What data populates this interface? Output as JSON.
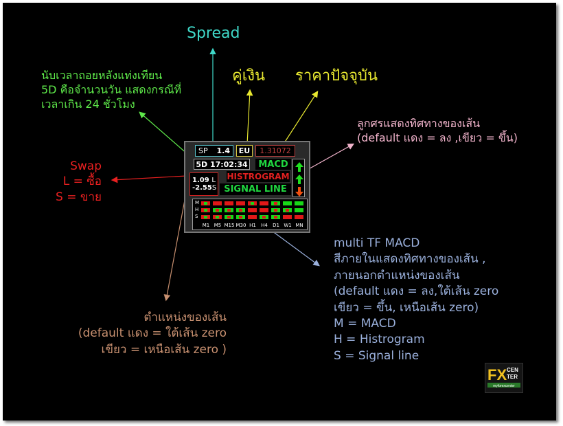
{
  "labels": {
    "spread": "Spread",
    "currency_pair": "คู่เงิน",
    "current_price": "ราคาปัจจุบัน",
    "candle_time": [
      "นับเวลาถอยหลังแท่งเทียน",
      "5D คือจำนวนวัน แสดงกรณีที่",
      "เวลาเกิน 24 ชั่วโมง"
    ],
    "arrow_direction": [
      "ลูกศรแสดงทิศทางของเส้น",
      "(default แดง = ลง ,เขียว = ขึ้น)"
    ],
    "swap": [
      "Swap",
      "L = ซื้อ",
      "S = ขาย"
    ],
    "multi_tf": [
      "multi TF MACD",
      "สีภายในแสดงทิศทางของเส้น ,",
      "ภายนอกตำแหน่งของเส้น",
      "(default แดง = ลง,ใต้เส้น zero",
      "เขียว = ขึ้น, เหนือเส้น zero)",
      "M = MACD",
      "H = Histrogram",
      "S = Signal line"
    ],
    "line_position": [
      "ตำแหน่งของเส้น",
      "(default แดง = ใต้เส้น zero",
      "เขียว = เหนือเส้น zero  )"
    ]
  },
  "panel": {
    "sp_key": "SP",
    "sp_value": "1.4",
    "pair": "EU",
    "price": "1.31072",
    "time": "5D 17:02:34",
    "macd": "MACD",
    "histogram": "HISTROGRAM",
    "signal": "SIGNAL LINE",
    "swap_long": "1.09",
    "swap_long_key": "L",
    "swap_short": "-2.55",
    "swap_short_key": "S",
    "arrows": [
      "up",
      "up",
      "down"
    ]
  },
  "mtf": {
    "rows": [
      "M",
      "H",
      "S"
    ],
    "timeframes": [
      "M1",
      "M5",
      "M15",
      "M30",
      "H1",
      "H4",
      "D1",
      "W1",
      "MN"
    ],
    "cells": [
      [
        [
          "red",
          "green"
        ],
        [
          "red",
          "red"
        ],
        [
          "red",
          "red"
        ],
        [
          "red",
          "red"
        ],
        [
          "red",
          "green"
        ],
        [
          "red",
          "red"
        ],
        [
          "green",
          "red"
        ],
        [
          "green",
          "green"
        ],
        [
          "green",
          "green"
        ]
      ],
      [
        [
          "red",
          "green"
        ],
        [
          "green",
          "red"
        ],
        [
          "green",
          "red"
        ],
        [
          "green",
          "red"
        ],
        [
          "red",
          "red"
        ],
        [
          "red",
          "red"
        ],
        [
          "green",
          "red"
        ],
        [
          "green",
          "red"
        ],
        [
          "green",
          "green"
        ]
      ],
      [
        [
          "red",
          "green"
        ],
        [
          "red",
          "green"
        ],
        [
          "green",
          "red"
        ],
        [
          "green",
          "red"
        ],
        [
          "red",
          "red"
        ],
        [
          "green",
          "red"
        ],
        [
          "green",
          "red"
        ],
        [
          "red",
          "red"
        ],
        [
          "red",
          "red"
        ]
      ]
    ]
  },
  "colors": {
    "background": "#000000",
    "spread": "#3fd8c8",
    "yellow": "#e8e830",
    "green_text": "#5ee84a",
    "pink": "#f2b4cc",
    "red_text": "#e82020",
    "blue_text": "#9ab0dc",
    "brown_text": "#c89070",
    "cell_red": "#e01818",
    "cell_green": "#18d818"
  },
  "logo": {
    "letters": "FX",
    "top": "CEN",
    "bottom": "TER",
    "site": "myforexcenter"
  }
}
